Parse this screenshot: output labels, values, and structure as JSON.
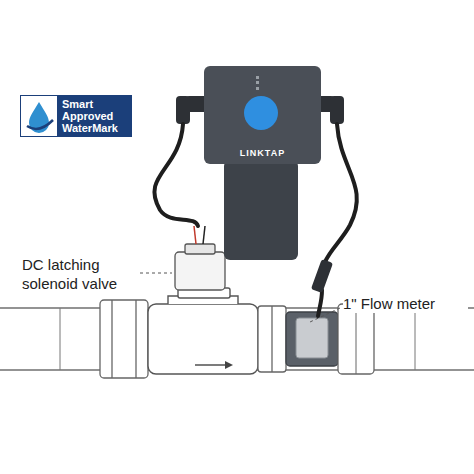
{
  "diagram": {
    "nodes": [
      {
        "text": [
          "Smart Approved WaterMark"
        ]
      },
      {
        "text": [
          "LINKTAP"
        ]
      }
    ],
    "labels": [
      "DC latching solenoid valve",
      "1\" Flow meter"
    ]
  }
}
